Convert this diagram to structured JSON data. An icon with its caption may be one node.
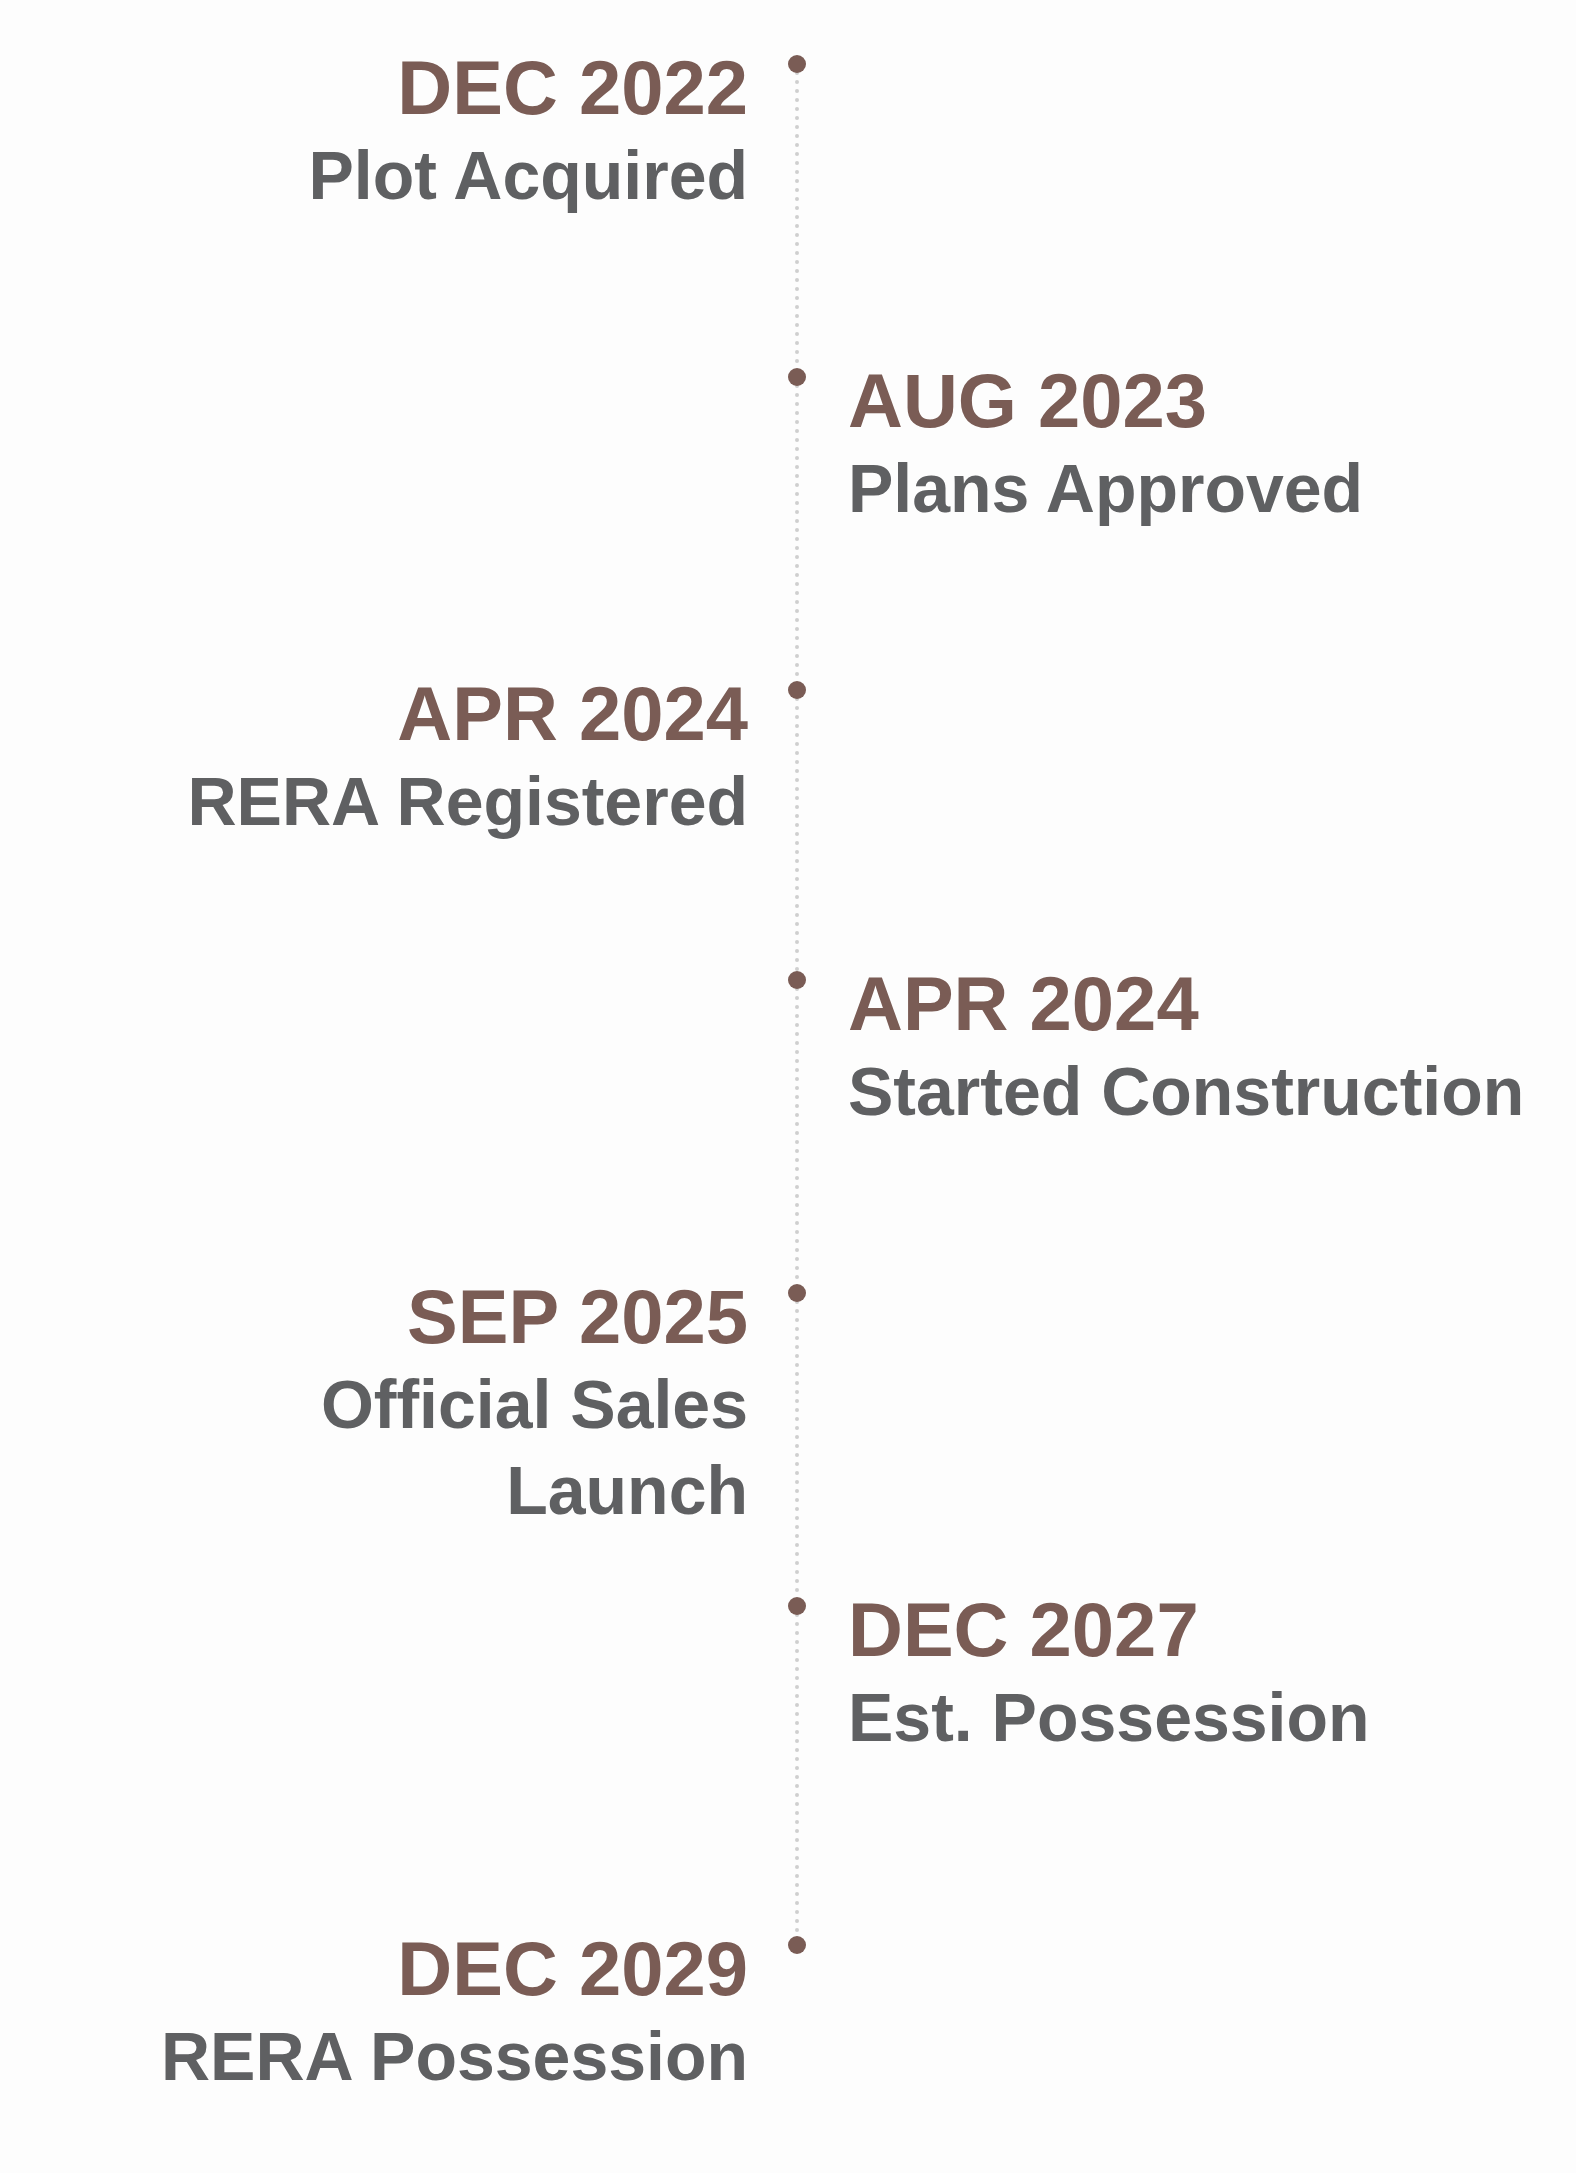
{
  "diagram": {
    "nodes": [
      {
        "text": [],
        "shape": "circle",
        "beside": [
          "DEC 2022",
          "Plot Acquired"
        ]
      },
      {
        "text": [],
        "shape": "circle",
        "beside": [
          "AUG 2023",
          "Plans Approved"
        ]
      },
      {
        "text": [],
        "shape": "circle",
        "beside": [
          "APR 2024",
          "RERA Registered"
        ]
      },
      {
        "text": [],
        "shape": "circle",
        "beside": [
          "APR 2024",
          "Started Construction"
        ]
      },
      {
        "text": [],
        "shape": "circle",
        "beside": [
          "SEP 2025",
          "Official Sales Launch"
        ]
      },
      {
        "text": [],
        "shape": "circle",
        "beside": [
          "DEC 2027",
          "Est. Possession"
        ]
      },
      {
        "text": [],
        "shape": "circle",
        "beside": [
          "DEC 2029",
          "RERA Possession"
        ]
      }
    ],
    "edges": [
      {
        "from": 0,
        "to": 1,
        "arrow": "none",
        "style": "dashed"
      },
      {
        "from": 1,
        "to": 2,
        "arrow": "none",
        "style": "dashed"
      },
      {
        "from": 2,
        "to": 3,
        "arrow": "none",
        "style": "dashed"
      },
      {
        "from": 3,
        "to": 4,
        "arrow": "none",
        "style": "dashed"
      },
      {
        "from": 4,
        "to": 5,
        "arrow": "none",
        "style": "dashed"
      },
      {
        "from": 5,
        "to": 6,
        "arrow": "none",
        "style": "dashed"
      }
    ]
  }
}
